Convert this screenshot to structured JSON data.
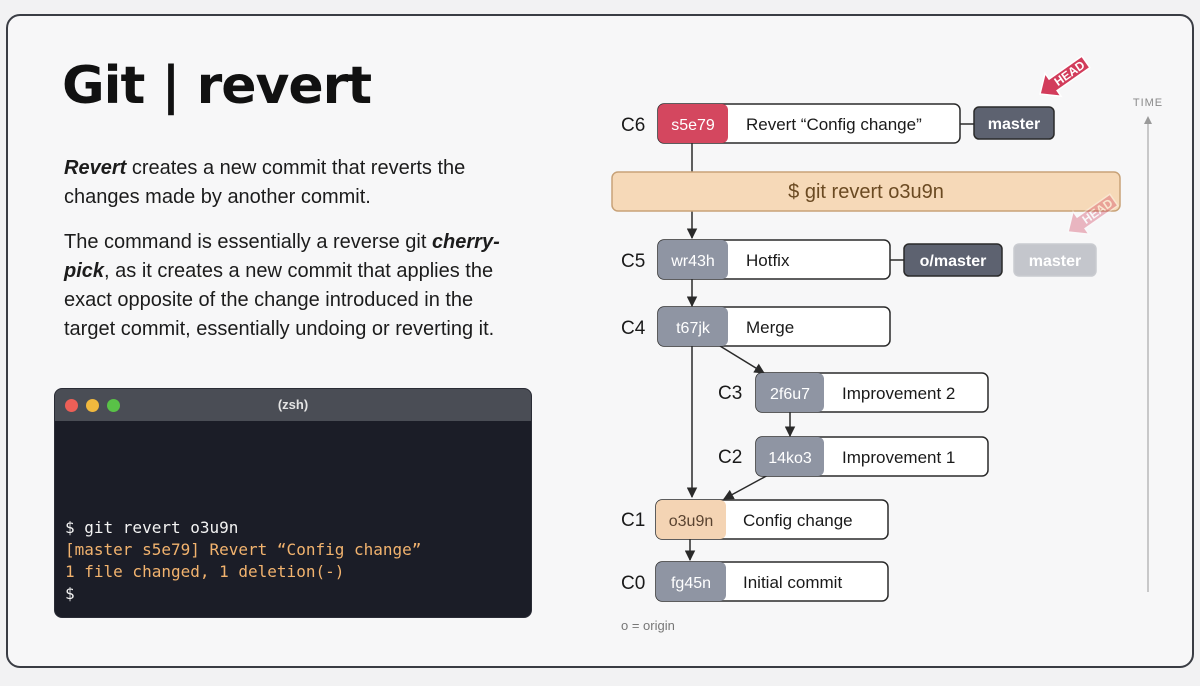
{
  "title": "Git | revert",
  "description": {
    "p1_em": "Revert",
    "p1_rest": " creates a new commit that reverts the changes made by another commit.",
    "p2_start": "The command is essentially a reverse git ",
    "p2_em": "cherry-pick",
    "p2_rest": ", as it creates a new commit that applies the exact opposite of the change introduced in the target commit, essentially undoing or reverting it."
  },
  "terminal": {
    "title": "(zsh)",
    "lines": [
      {
        "text": "$ git revert o3u9n",
        "kind": "cmd"
      },
      {
        "text": "[master s5e79] Revert “Config change”",
        "kind": "out"
      },
      {
        "text": "1 file changed, 1 deletion(-)",
        "kind": "out"
      },
      {
        "text": "$",
        "kind": "cmd"
      }
    ]
  },
  "graph": {
    "command": "$ git revert o3u9n",
    "time_label": "TIME",
    "legend": "o = origin",
    "commits": [
      {
        "label": "C6",
        "hash": "s5e79",
        "message": "Revert “Config change”"
      },
      {
        "label": "C5",
        "hash": "wr43h",
        "message": "Hotfix"
      },
      {
        "label": "C4",
        "hash": "t67jk",
        "message": "Merge"
      },
      {
        "label": "C3",
        "hash": "2f6u7",
        "message": "Improvement 2"
      },
      {
        "label": "C2",
        "hash": "14ko3",
        "message": "Improvement 1"
      },
      {
        "label": "C1",
        "hash": "o3u9n",
        "message": "Config change"
      },
      {
        "label": "C0",
        "hash": "fg45n",
        "message": "Initial commit"
      }
    ],
    "refs": {
      "c6_branch": "master",
      "c5_remote": "o/master",
      "c5_old_branch": "master",
      "head": "HEAD",
      "head_old": "HEAD"
    },
    "colors": {
      "new_commit": "#d4475f",
      "target_commit": "#f4d4b4",
      "commit": "#8f95a3",
      "branch": "#5d6270",
      "command_bg": "#f6d9b8",
      "head_arrow": "#d23c5b",
      "terminal_bg": "#1b1d27"
    }
  }
}
